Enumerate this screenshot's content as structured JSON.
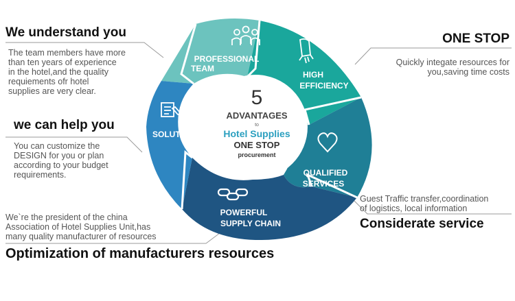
{
  "center": {
    "number": "5",
    "title": "ADVANTAGES",
    "small": "to",
    "product": "Hotel Supplies",
    "onestop": "ONE STOP",
    "procurement": "procurement"
  },
  "segments": [
    {
      "line1": "PROFESSIONAL",
      "line2": "TEAM",
      "icon": "team-icon",
      "color": "#6cc3be"
    },
    {
      "line1": "HIGH",
      "line2": "EFFICIENCY",
      "icon": "rocket-icon",
      "color": "#1aa79c"
    },
    {
      "line1": "QUALIFIED",
      "line2": "SERVICES",
      "icon": "heart-icon",
      "color": "#1f7f96"
    },
    {
      "line1": "POWERFUL",
      "line2": "SUPPLY CHAIN",
      "icon": "chain-link-icon",
      "color": "#1f5582"
    },
    {
      "line1": "SOLUTION",
      "line2": "",
      "icon": "document-pen-icon",
      "color": "#2e86c1"
    }
  ],
  "callouts": {
    "understand": {
      "heading": "We understand you",
      "lines": [
        "The team members have more",
        "than ten years of experience",
        "in the hotel,and the quality",
        "requiements ofr hotel",
        "supplies are very clear."
      ]
    },
    "help": {
      "heading": "we can help you",
      "lines": [
        "You can customize the",
        "DESIGN for you or plan",
        "according to your budget",
        "requirements."
      ]
    },
    "optimization": {
      "heading": "Optimization of manufacturers resources",
      "lines": [
        "We`re the president of the china",
        "Association of Hotel Supplies Unit,has",
        "many quality manufacturer of resources"
      ]
    },
    "onestop": {
      "heading": "ONE STOP",
      "lines": [
        "Quickly integate resources for",
        "you,saving time costs"
      ]
    },
    "considerate": {
      "heading": "Considerate service",
      "lines": [
        "Guest Traffic transfer,coordination",
        "of logistics, local information"
      ]
    }
  }
}
